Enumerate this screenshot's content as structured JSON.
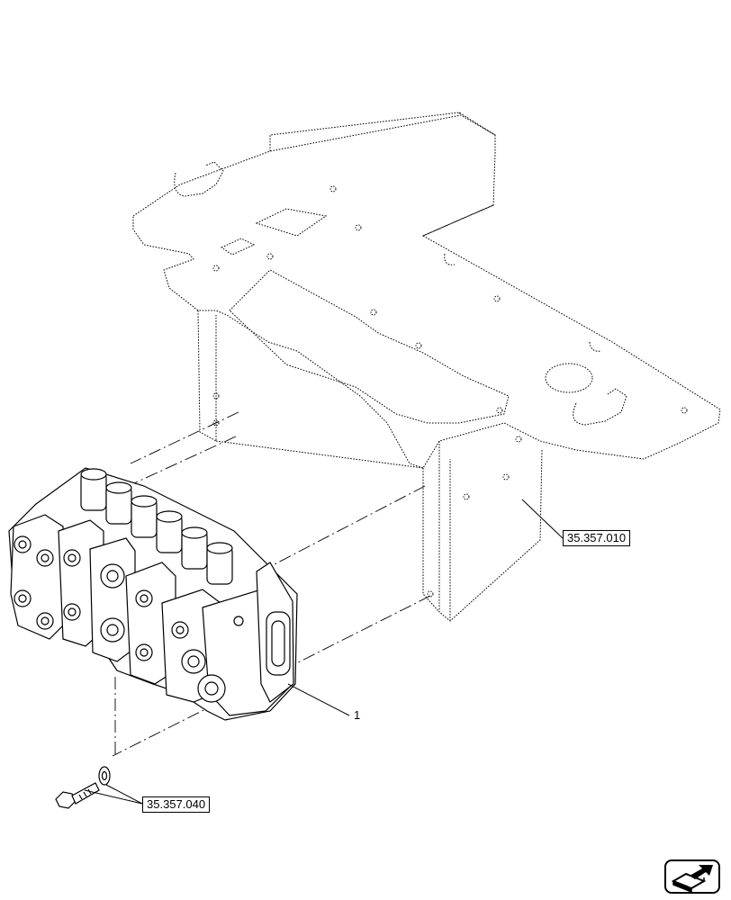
{
  "callouts": {
    "frame_ref": "35.357.010",
    "bolt_ref": "35.357.040",
    "valve_item": "1"
  },
  "icons": {
    "navigation": "next-page-arrow-icon"
  },
  "colors": {
    "line": "#000000",
    "background": "#ffffff"
  }
}
